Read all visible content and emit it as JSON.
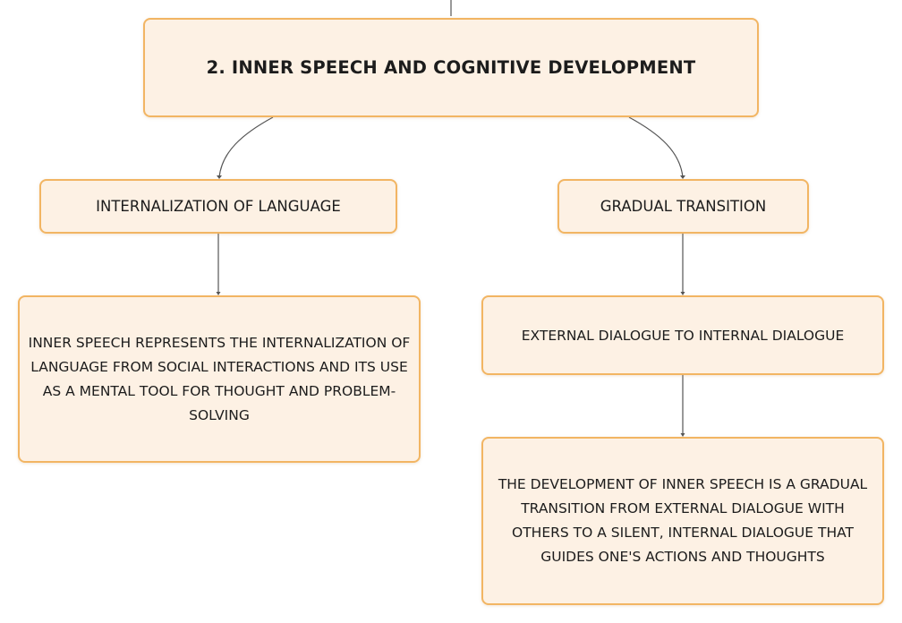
{
  "colors": {
    "node_fill": "#fdf1e4",
    "node_border": "#f2b563",
    "connector": "#555555",
    "text": "#1c1c1c"
  },
  "nodes": {
    "main": "2. INNER SPEECH AND COGNITIVE DEVELOPMENT",
    "internalization": "INTERNALIZATION OF LANGUAGE",
    "gradual_transition": "GRADUAL TRANSITION",
    "internalization_description": "INNER SPEECH REPRESENTS THE INTERNALIZATION OF LANGUAGE FROM SOCIAL INTERACTIONS AND ITS USE AS A MENTAL TOOL FOR THOUGHT AND PROBLEM-SOLVING",
    "external_to_internal": "EXTERNAL DIALOGUE TO INTERNAL DIALOGUE",
    "gradual_transition_description": "THE DEVELOPMENT OF INNER SPEECH IS A GRADUAL TRANSITION FROM EXTERNAL DIALOGUE WITH OTHERS TO A SILENT, INTERNAL DIALOGUE THAT GUIDES ONE'S ACTIONS AND THOUGHTS"
  }
}
